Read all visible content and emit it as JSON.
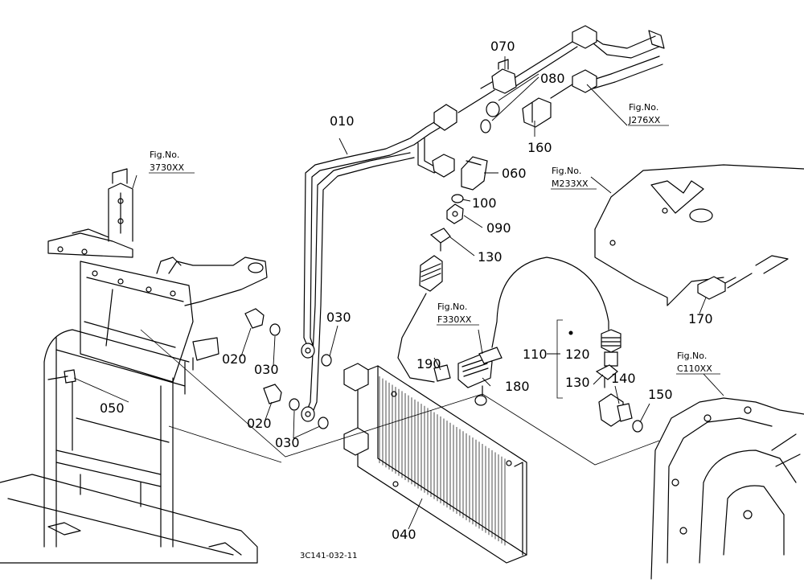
{
  "parts": [
    {
      "num": "010"
    },
    {
      "num": "020"
    },
    {
      "num": "020"
    },
    {
      "num": "030"
    },
    {
      "num": "030"
    },
    {
      "num": "030"
    },
    {
      "num": "040"
    },
    {
      "num": "050"
    },
    {
      "num": "060"
    },
    {
      "num": "070"
    },
    {
      "num": "080"
    },
    {
      "num": "090"
    },
    {
      "num": "100"
    },
    {
      "num": "110"
    },
    {
      "num": "120"
    },
    {
      "num": "130"
    },
    {
      "num": "130"
    },
    {
      "num": "140"
    },
    {
      "num": "150"
    },
    {
      "num": "160"
    },
    {
      "num": "170"
    },
    {
      "num": "180"
    },
    {
      "num": "190"
    }
  ],
  "fig_refs": [
    {
      "title": "Fig.No.",
      "code": "3730XX"
    },
    {
      "title": "Fig.No.",
      "code": "J276XX"
    },
    {
      "title": "Fig.No.",
      "code": "M233XX"
    },
    {
      "title": "Fig.No.",
      "code": "F330XX"
    },
    {
      "title": "Fig.No.",
      "code": "C110XX"
    }
  ],
  "drawing_id": "3C141-032-11"
}
